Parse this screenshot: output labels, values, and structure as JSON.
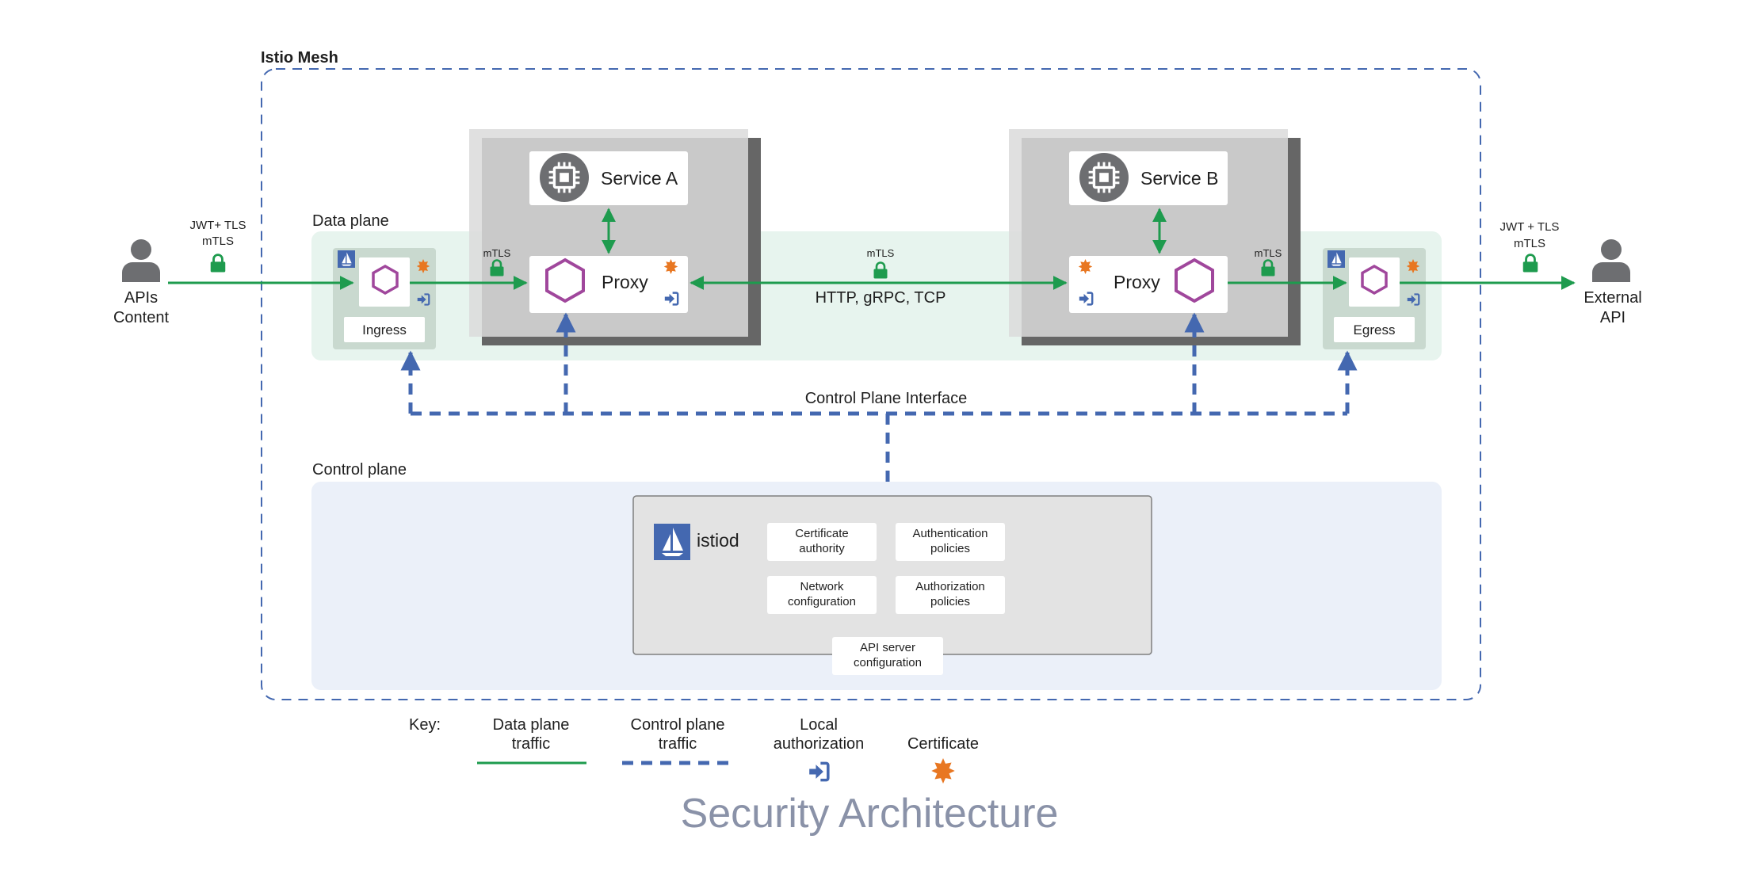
{
  "mesh_label": "Istio Mesh",
  "data_plane_label": "Data plane",
  "control_plane_label": "Control plane",
  "control_plane_interface": "Control Plane Interface",
  "left_user": {
    "label_line1": "APIs",
    "label_line2": "Content",
    "protocol_line1": "JWT+ TLS",
    "protocol_line2": "mTLS"
  },
  "right_user": {
    "label_line1": "External",
    "label_line2": "API",
    "protocol_line1": "JWT + TLS",
    "protocol_line2": "mTLS"
  },
  "ingress": {
    "label": "Ingress",
    "mtls": "mTLS"
  },
  "egress": {
    "label": "Egress",
    "mtls": "mTLS"
  },
  "service_a": {
    "label": "Service A",
    "proxy_label": "Proxy"
  },
  "service_b": {
    "label": "Service B",
    "proxy_label": "Proxy"
  },
  "mesh_link": {
    "mtls": "mTLS",
    "protocols": "HTTP, gRPC, TCP"
  },
  "istiod": {
    "label": "istiod",
    "components": [
      {
        "line1": "Certificate",
        "line2": "authority"
      },
      {
        "line1": "Authentication",
        "line2": "policies"
      },
      {
        "line1": "Network",
        "line2": "configuration"
      },
      {
        "line1": "Authorization",
        "line2": "policies"
      }
    ],
    "api_server": {
      "line1": "API server",
      "line2": "configuration"
    }
  },
  "key": {
    "label": "Key:",
    "data_plane": {
      "line1": "Data plane",
      "line2": "traffic"
    },
    "control_plane": {
      "line1": "Control plane",
      "line2": "traffic"
    },
    "local_auth": {
      "line1": "Local",
      "line2": "authorization"
    },
    "certificate": "Certificate"
  },
  "title": "Security Architecture",
  "colors": {
    "green": "#1e9b4e",
    "blue": "#4468b0",
    "purple": "#a0479c",
    "orange": "#e87722",
    "gray_icon": "#6d6e71"
  }
}
